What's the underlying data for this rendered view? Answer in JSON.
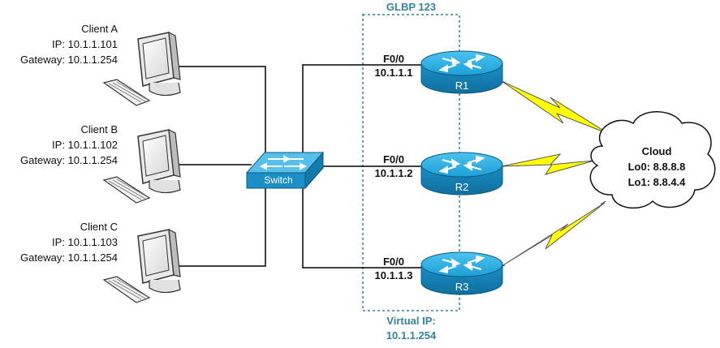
{
  "diagram": {
    "glbp_title": "GLBP 123",
    "virtual_ip_label": "Virtual IP:",
    "virtual_ip_value": "10.1.1.254",
    "switch_label": "Switch",
    "cloud": {
      "title": "Cloud",
      "lo0": "Lo0: 8.8.8.8",
      "lo1": "Lo1: 8.8.4.4"
    },
    "clients": [
      {
        "name": "Client A",
        "ip": "IP: 10.1.1.101",
        "gateway": "Gateway: 10.1.1.254"
      },
      {
        "name": "Client B",
        "ip": "IP: 10.1.1.102",
        "gateway": "Gateway: 10.1.1.254"
      },
      {
        "name": "Client C",
        "ip": "IP: 10.1.1.103",
        "gateway": "Gateway: 10.1.1.254"
      }
    ],
    "routers": [
      {
        "name": "R1",
        "interface": "F0/0",
        "ip": "10.1.1.1"
      },
      {
        "name": "R2",
        "interface": "F0/0",
        "ip": "10.1.1.2"
      },
      {
        "name": "R3",
        "interface": "F0/0",
        "ip": "10.1.1.3"
      }
    ],
    "colors": {
      "router_blue": "#1ba1d8",
      "switch_blue": "#2a9fd0",
      "glbp_box": "#31849b",
      "serial_link": "#ffff00",
      "link_line": "#000000"
    }
  }
}
